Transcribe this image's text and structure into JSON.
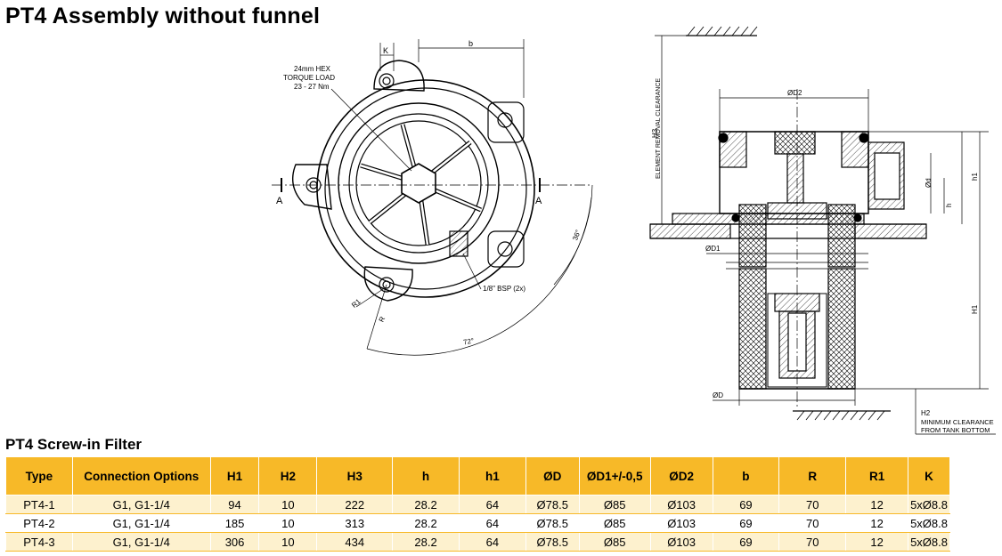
{
  "title": "PT4 Assembly without funnel",
  "drawing_labels": {
    "k": "K",
    "b": "b",
    "hex_line1": "24mm HEX",
    "hex_line2": "TORQUE LOAD",
    "hex_line3": "23 - 27 Nm",
    "section_a_left": "A",
    "section_a_right": "A",
    "angle_36": "36°",
    "angle_72": "72°",
    "bsp": "1/8\" BSP  (2x)",
    "r1": "R1",
    "r": "R",
    "d2": "ØD2",
    "d1": "ØD1",
    "d": "ØD",
    "h3": "H3",
    "element_removal": "ELEMENT REMOVAL CLEARANCE",
    "h1": "H1",
    "h1_small": "h1",
    "h_small": "h",
    "od_small": "Ød",
    "h2": "H2",
    "min_clear_1": "MINIMUM CLEARANCE",
    "min_clear_2": "FROM TANK BOTTOM"
  },
  "subtitle": "PT4 Screw-in Filter",
  "table": {
    "headers": [
      "Type",
      "Connection Options",
      "H1",
      "H2",
      "H3",
      "h",
      "h1",
      "ØD",
      "ØD1+/-0,5",
      "ØD2",
      "b",
      "R",
      "R1",
      "K"
    ],
    "rows": [
      [
        "PT4-1",
        "G1, G1-1/4",
        "94",
        "10",
        "222",
        "28.2",
        "64",
        "Ø78.5",
        "Ø85",
        "Ø103",
        "69",
        "70",
        "12",
        "5xØ8.8"
      ],
      [
        "PT4-2",
        "G1, G1-1/4",
        "185",
        "10",
        "313",
        "28.2",
        "64",
        "Ø78.5",
        "Ø85",
        "Ø103",
        "69",
        "70",
        "12",
        "5xØ8.8"
      ],
      [
        "PT4-3",
        "G1, G1-1/4",
        "306",
        "10",
        "434",
        "28.2",
        "64",
        "Ø78.5",
        "Ø85",
        "Ø103",
        "69",
        "70",
        "12",
        "5xØ8.8"
      ]
    ]
  }
}
